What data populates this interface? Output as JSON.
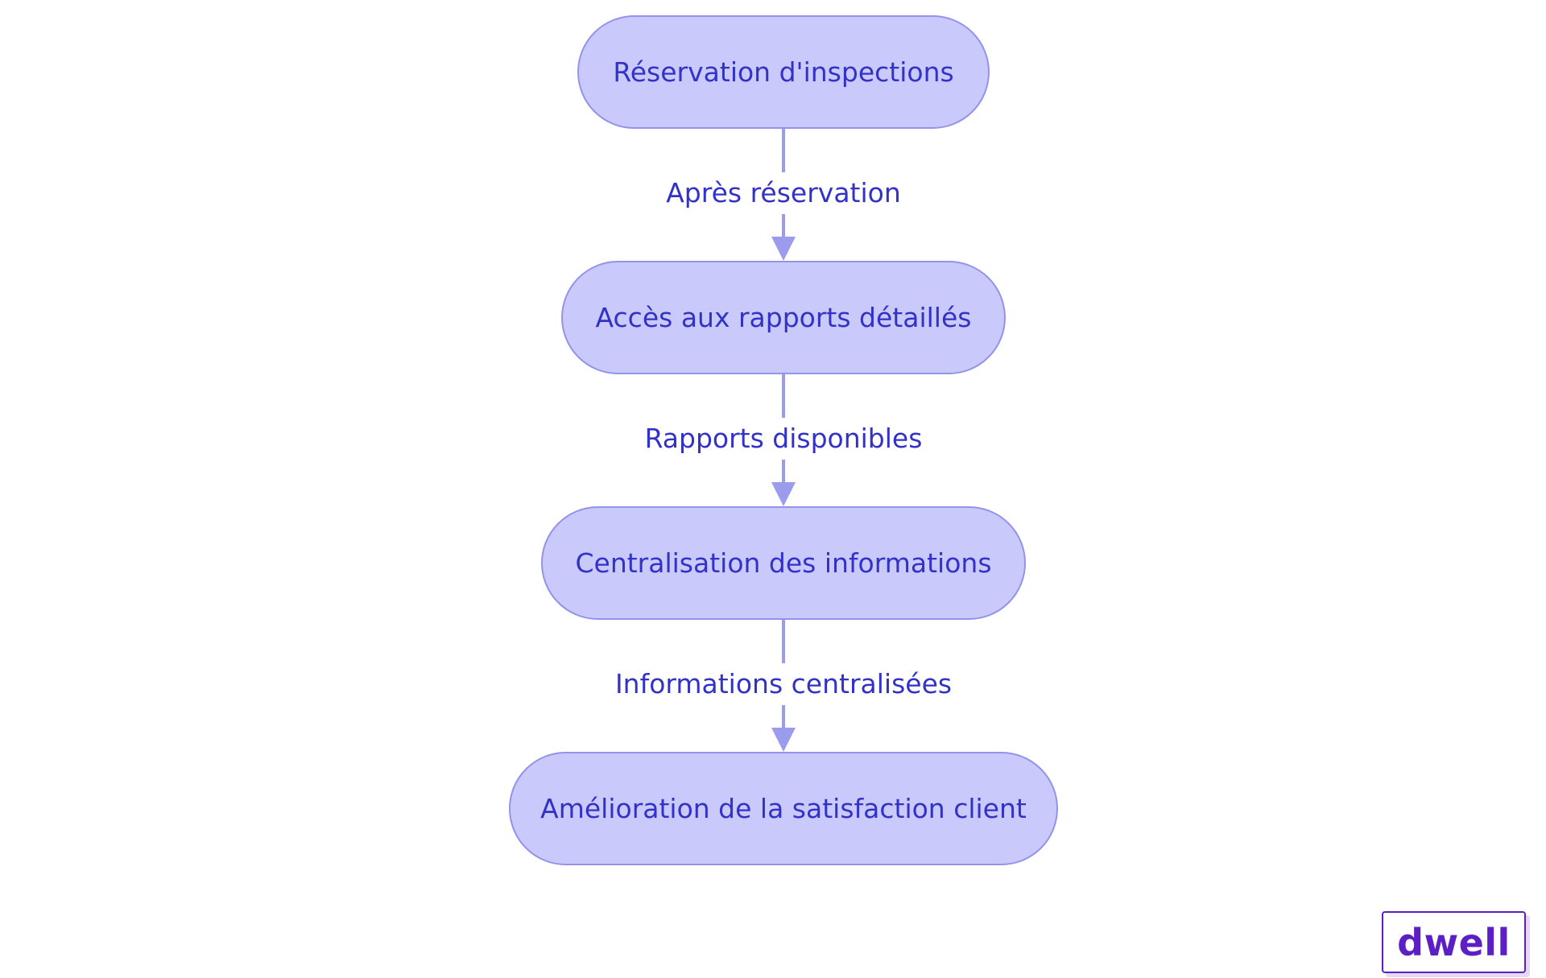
{
  "diagram": {
    "nodes": [
      {
        "id": "n1",
        "label": "Réservation d'inspections"
      },
      {
        "id": "n2",
        "label": "Accès aux rapports détaillés"
      },
      {
        "id": "n3",
        "label": "Centralisation des informations"
      },
      {
        "id": "n4",
        "label": "Amélioration de la satisfaction client"
      }
    ],
    "edges": [
      {
        "from": "n1",
        "to": "n2",
        "label": "Après réservation"
      },
      {
        "from": "n2",
        "to": "n3",
        "label": "Rapports disponibles"
      },
      {
        "from": "n3",
        "to": "n4",
        "label": "Informations centralisées"
      }
    ]
  },
  "logo": {
    "text": "dwell"
  },
  "colors": {
    "node_fill": "#c9cafb",
    "node_border": "#9393ea",
    "text": "#3232c8",
    "edge": "#9c9cef",
    "logo": "#5b1fc4"
  }
}
